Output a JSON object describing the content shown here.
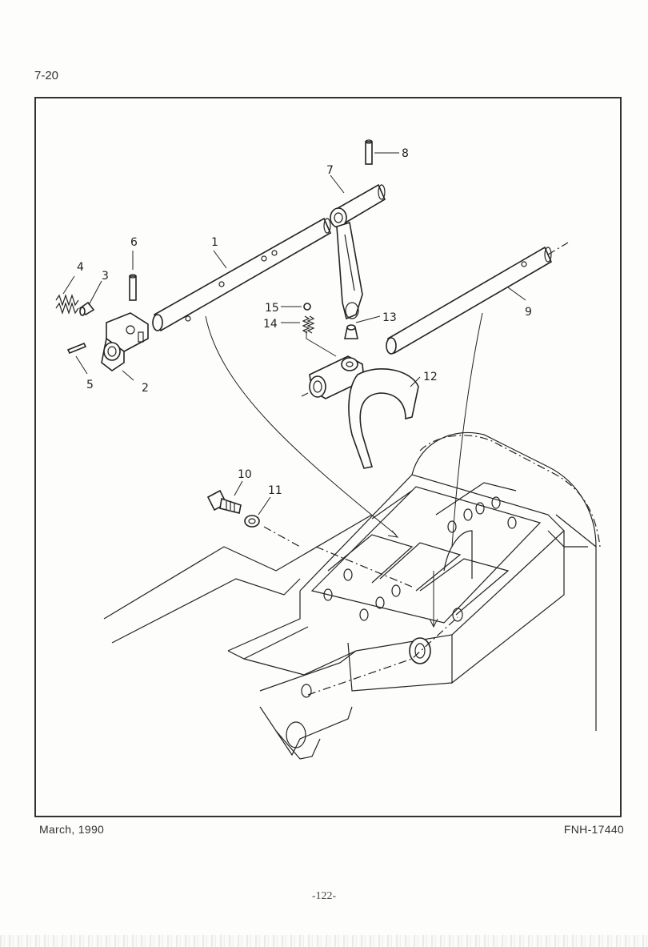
{
  "header": {
    "section": "7-20"
  },
  "footer": {
    "date": "March, 1990",
    "code": "FNH-17440",
    "page": "-122-"
  },
  "diagram": {
    "callouts": [
      "1",
      "2",
      "3",
      "4",
      "5",
      "6",
      "7",
      "8",
      "9",
      "10",
      "11",
      "12",
      "13",
      "14",
      "15"
    ]
  }
}
